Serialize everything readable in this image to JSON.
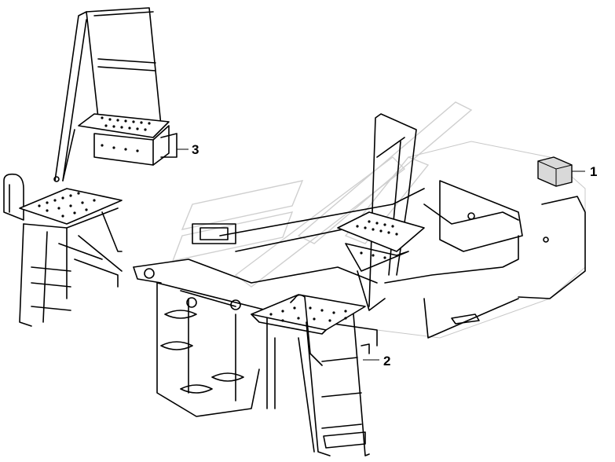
{
  "callouts": [
    {
      "id": "1",
      "label": "1"
    },
    {
      "id": "2",
      "label": "2"
    },
    {
      "id": "3",
      "label": "3"
    }
  ],
  "colors": {
    "line": "#000000",
    "background": "#ffffff",
    "watermark": "#cfcfcf",
    "label_fill": "#d9d9d9"
  }
}
